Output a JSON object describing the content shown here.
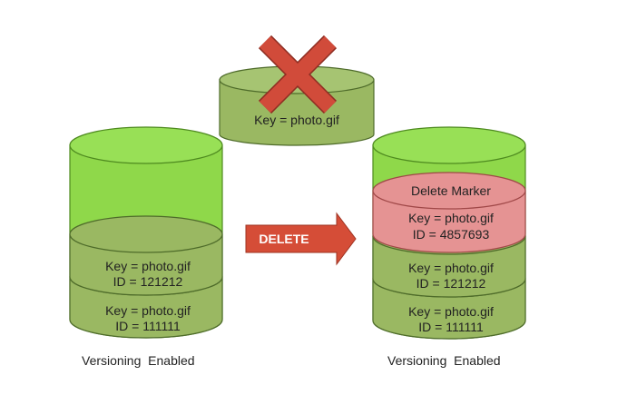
{
  "colors": {
    "bucket_fill": "#8FD84A",
    "bucket_stroke": "#4E8A1F",
    "object_fill": "#9AB862",
    "object_stroke": "#4E6B2A",
    "marker_fill": "#E59393",
    "marker_stroke": "#A04848",
    "arrow_fill": "#D54D37",
    "cross_fill": "#D14B3A"
  },
  "deleted_object": {
    "key": "Key = photo.gif",
    "icon": "red-x-icon"
  },
  "operation": {
    "label": "DELETE",
    "icon": "right-arrow-icon"
  },
  "left_bucket": {
    "caption": "Versioning  Enabled",
    "objects": [
      {
        "key": "Key = photo.gif",
        "id": "ID = 121212"
      },
      {
        "key": "Key = photo.gif",
        "id": "ID = 111111"
      }
    ]
  },
  "right_bucket": {
    "caption": "Versioning  Enabled",
    "delete_marker": {
      "title": "Delete Marker",
      "key": "Key = photo.gif",
      "id": "ID = 4857693"
    },
    "objects": [
      {
        "key": "Key = photo.gif",
        "id": "ID = 121212"
      },
      {
        "key": "Key = photo.gif",
        "id": "ID = 111111"
      }
    ]
  }
}
